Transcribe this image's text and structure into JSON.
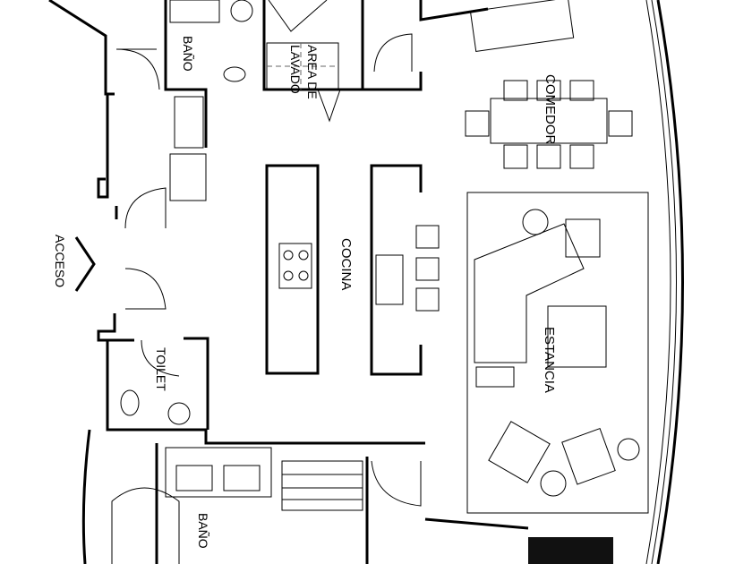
{
  "plan": {
    "rooms": {
      "bano_top": "BAÑO",
      "area_lavado_1": "AREA DE",
      "area_lavado_2": "LAVADO",
      "comedor": "COMEDOR",
      "acceso": "ACCESO",
      "cocina": "COCINA",
      "estancia": "ESTANCIA",
      "toilet": "TOILET",
      "bano_bottom": "BAÑO"
    }
  }
}
